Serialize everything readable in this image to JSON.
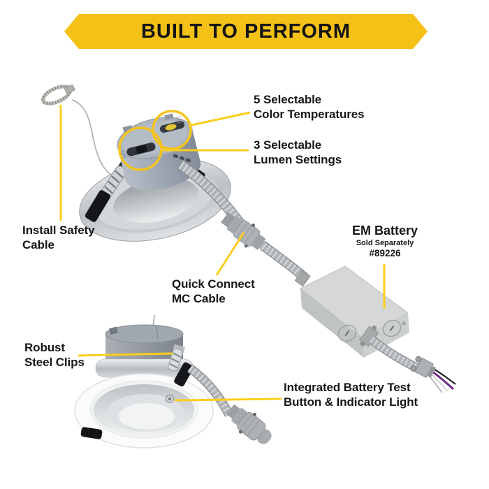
{
  "banner": {
    "title": "BUILT TO PERFORM",
    "bg_color": "#F4C117",
    "text_color": "#141414"
  },
  "palette": {
    "background": "#FFFFFF",
    "leader_line": "#FBCE1D",
    "highlight_circle": "#F3C41E",
    "label_text": "#161616",
    "housing_gray": "#98A1AD",
    "metal_silver": "#C6CACD",
    "wire_purple": "#6F2D87"
  },
  "callouts": {
    "color_temperatures": {
      "line1": "5 Selectable",
      "line2": "Color Temperatures"
    },
    "lumen_settings": {
      "line1": "3 Selectable",
      "line2": "Lumen Settings"
    },
    "safety_cable": {
      "line1": "Install Safety",
      "line2": "Cable"
    },
    "quick_connect": {
      "line1": "Quick Connect",
      "line2": "MC Cable"
    },
    "em_battery": {
      "title": "EM Battery",
      "subtitle": "Sold Separately",
      "part_number": "#89226"
    },
    "steel_clips": {
      "line1": "Robust",
      "line2": "Steel Clips"
    },
    "battery_test": {
      "line1": "Integrated Battery Test",
      "line2": "Button & Indicator Light"
    }
  }
}
